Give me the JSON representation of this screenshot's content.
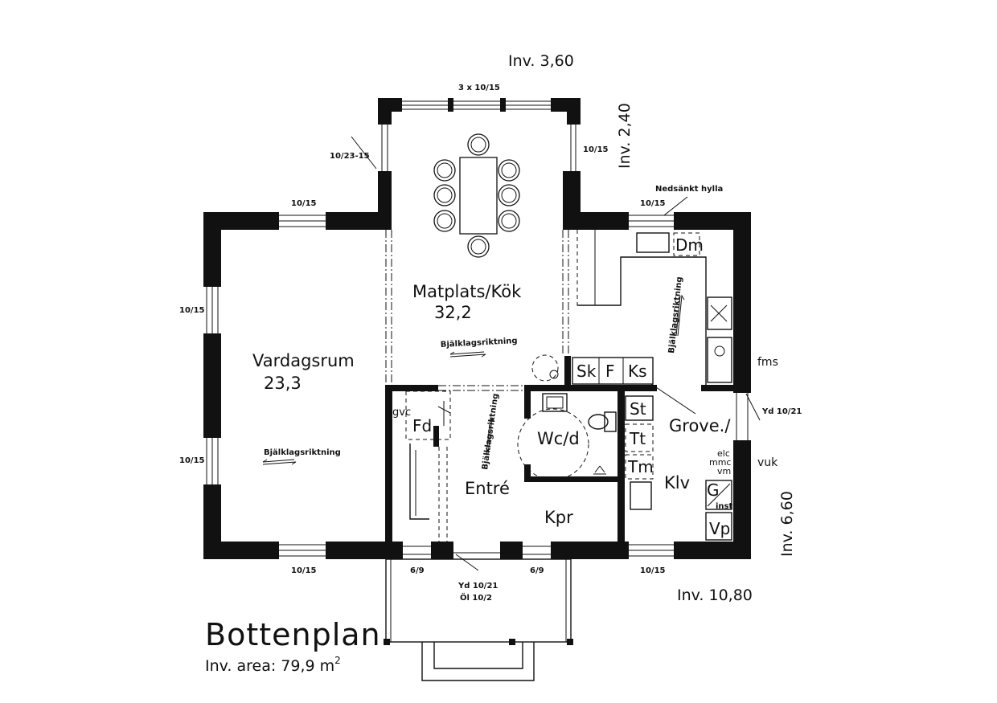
{
  "plan": {
    "title": "Bottenplan",
    "area_label": "Inv. area: 79,9 m",
    "area_sup": "2"
  },
  "inv_dims": {
    "top": "Inv. 3,60",
    "right_top": "Inv. 2,40",
    "right": "Inv. 6,60",
    "bottom": "Inv. 10,80"
  },
  "rooms": {
    "vardagsrum": {
      "name": "Vardagsrum",
      "area": "23,3"
    },
    "matplats": {
      "name": "Matplats/Kök",
      "area": "32,2"
    },
    "wc": {
      "name": "Wc/d"
    },
    "entre": {
      "name": "Entré"
    },
    "kpr": {
      "name": "Kpr"
    },
    "grove": {
      "name": "Grove./"
    },
    "klv": {
      "name": "Klv"
    }
  },
  "appliances": {
    "dm": "Dm",
    "sk": "Sk",
    "f": "F",
    "ks": "Ks",
    "st": "St",
    "tt": "Tt",
    "tm": "Tm",
    "fd": "Fd",
    "g": "G",
    "vp": "Vp"
  },
  "annotations": {
    "joist": "Bjälklagsriktning",
    "shelf": "Nedsänkt hylla",
    "windows_top": "3 x 10/15",
    "win_diag": "10/23-15",
    "win_right_bay": "10/15",
    "win_kitchen": "10/15",
    "win_living_top": "10/15",
    "win_left_upper": "10/15",
    "win_left_lower": "10/15",
    "win_bottom_left": "10/15",
    "win_bottom_right": "10/15",
    "side_left": "6/9",
    "side_right": "6/9",
    "door_main": "Yd 10/21",
    "door_main_2": "Öl 10/2",
    "door_side": "Yd 10/21",
    "fms": "fms",
    "vuk": "vuk",
    "gvc": "gvc",
    "elc": "elc",
    "mmc": "mmc",
    "vm": "vm",
    "inst": "inst"
  }
}
